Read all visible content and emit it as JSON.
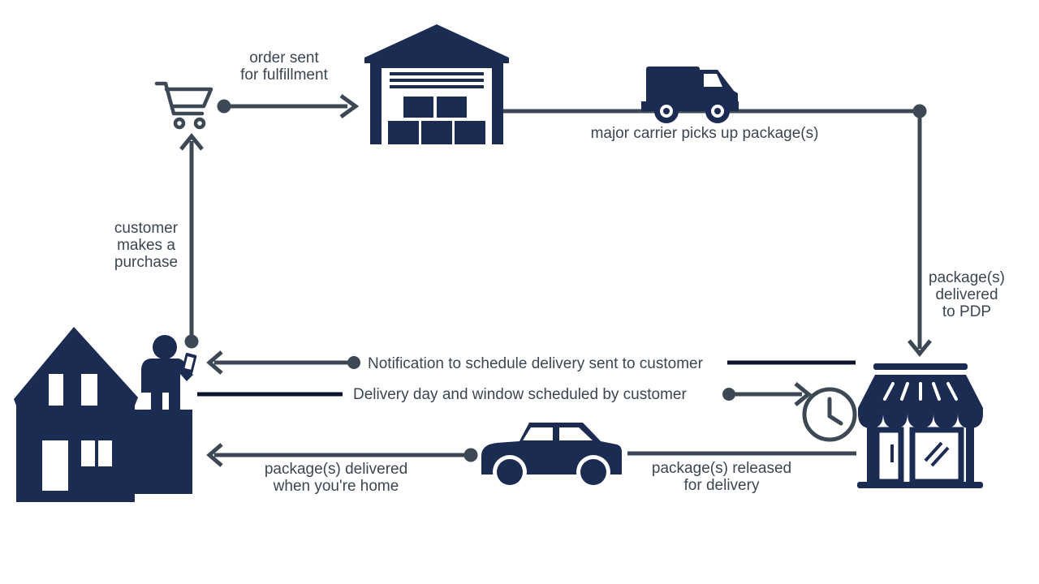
{
  "colors": {
    "icon": "#1b2b52",
    "connector": "#3d4855",
    "dark_bar": "#0c1330",
    "text": "#3b4652",
    "background": "#ffffff"
  },
  "icons": {
    "cart": "shopping-cart-icon",
    "warehouse": "warehouse-icon",
    "truck": "delivery-truck-icon",
    "store": "storefront-icon",
    "clock": "clock-icon",
    "car": "car-icon",
    "house": "house-icon",
    "person": "person-with-phone-icon"
  },
  "labels": {
    "order_sent": "order sent\nfor fulfillment",
    "carrier_pickup": "major carrier picks up package(s)",
    "customer_purchase": "customer\nmakes a\npurchase",
    "delivered_to_pdp": "package(s)\ndelivered\nto PDP",
    "notification": "Notification to schedule delivery sent to customer",
    "scheduled": "Delivery day and window scheduled by customer",
    "released": "package(s) released\nfor delivery",
    "delivered_home": "package(s) delivered\nwhen you're home"
  }
}
